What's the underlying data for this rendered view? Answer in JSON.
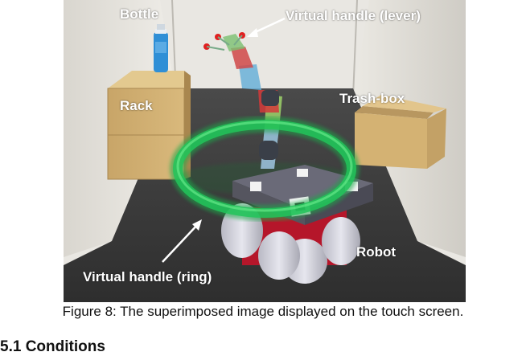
{
  "figure": {
    "labels": {
      "bottle": "Bottle",
      "lever": "Virtual handle (lever)",
      "rack": "Rack",
      "trash": "Trash-box",
      "robot": "Robot",
      "ring": "Virtual handle (ring)"
    },
    "caption": "Figure 8: The superimposed image displayed on the touch screen.",
    "section_heading": "5.1      Conditions"
  },
  "colors": {
    "ring": "#22c45a",
    "label_text": "#ffffff",
    "floor": "#3c3c3c"
  }
}
